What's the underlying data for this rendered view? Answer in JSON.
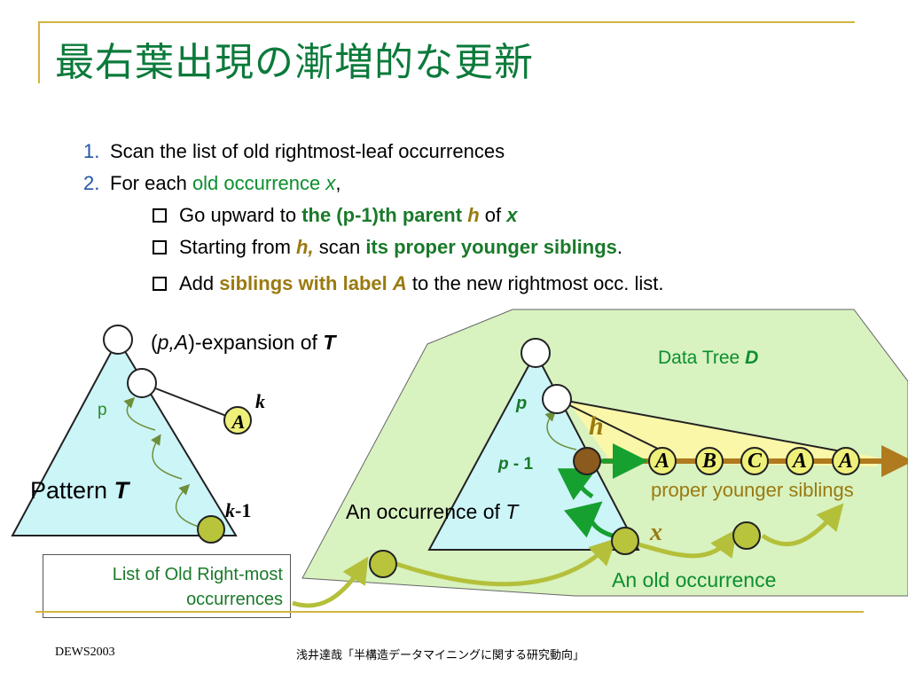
{
  "slide": {
    "title": "最右葉出現の漸増的な更新",
    "items": [
      {
        "num": "1.",
        "text": "Scan the list of old rightmost-leaf occurrences"
      },
      {
        "num": "2.",
        "pre": "For each ",
        "hl": "old occurrence ",
        "var": "x",
        "post": ","
      }
    ],
    "subitems": [
      {
        "pre": "Go upward to ",
        "hl": "the (p-1)th parent ",
        "var": "h",
        "mid": " of ",
        "var2": "x"
      },
      {
        "pre": "Starting from ",
        "var": "h,",
        "mid": "  scan ",
        "hl": "its proper younger siblings",
        "post": "."
      },
      {
        "pre": "Add ",
        "hl": "siblings with label ",
        "var": "A",
        "post": " to the new rightmost  occ. list."
      }
    ]
  },
  "pattern": {
    "expansion_open": "(",
    "expansion_var": "p,A",
    "expansion_close": ")-expansion of ",
    "expansion_T": "T",
    "p_label": "p",
    "k_label": "k",
    "k1_label": "k",
    "k1_suffix": "-1",
    "node_A": "A",
    "name": "Pattern ",
    "name_T": "T"
  },
  "data_tree": {
    "label": "Data Tree ",
    "label_D": "D",
    "p_label": "p",
    "p1_var": "p",
    "p1_suffix": " - 1",
    "h_label": "h",
    "x_label": "x",
    "siblings": [
      "A",
      "B",
      "C",
      "A",
      "A"
    ],
    "siblings_caption": "proper younger siblings",
    "occurrence_text": "An occurrence of ",
    "occurrence_T": "T",
    "old_occurrence": "An old occurrence"
  },
  "list_box": {
    "line1": "List of Old Right-most",
    "line2": "occurrences"
  },
  "footer": {
    "left": "DEWS2003",
    "center": "浅井達哉「半構造データマイニングに関する研究動向」"
  },
  "colors": {
    "title": "#0b7a3a",
    "rule": "#d4b440",
    "triangle": "#ccf5f8",
    "region": "#d8f2c0",
    "node_olive": "#b7c43c",
    "node_brown": "#8b5a1e",
    "arrow_green": "#16a030",
    "arrow_olive": "#b4c03a",
    "highlight_yellow": "#fbf7a8"
  }
}
